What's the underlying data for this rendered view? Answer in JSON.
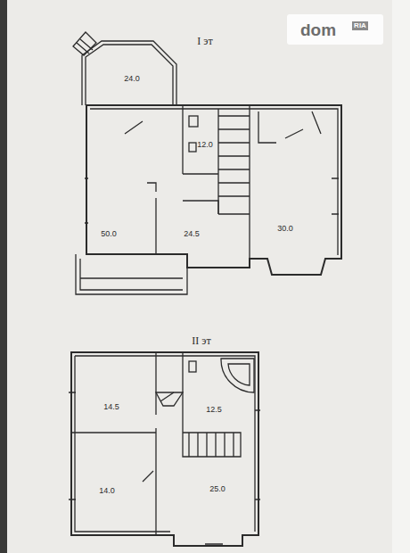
{
  "diagram": {
    "labels": [
      "I эт",
      "24.0",
      "12.0",
      "50.0",
      "24.5",
      "30.0",
      "II эт",
      "14.5",
      "12.5",
      "14.0",
      "25.0",
      "dom",
      "RIA"
    ]
  }
}
